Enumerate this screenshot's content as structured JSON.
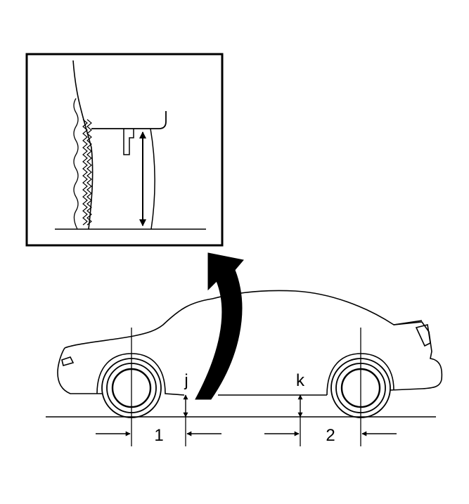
{
  "labels": {
    "height_front": "j",
    "height_rear": "k",
    "dim_front": "1",
    "dim_rear": "2"
  },
  "colors": {
    "ink": "#000000",
    "background": "#ffffff"
  },
  "icons": {
    "pointer": "curved-arrow-icon",
    "measure": "double-arrow-icon"
  }
}
